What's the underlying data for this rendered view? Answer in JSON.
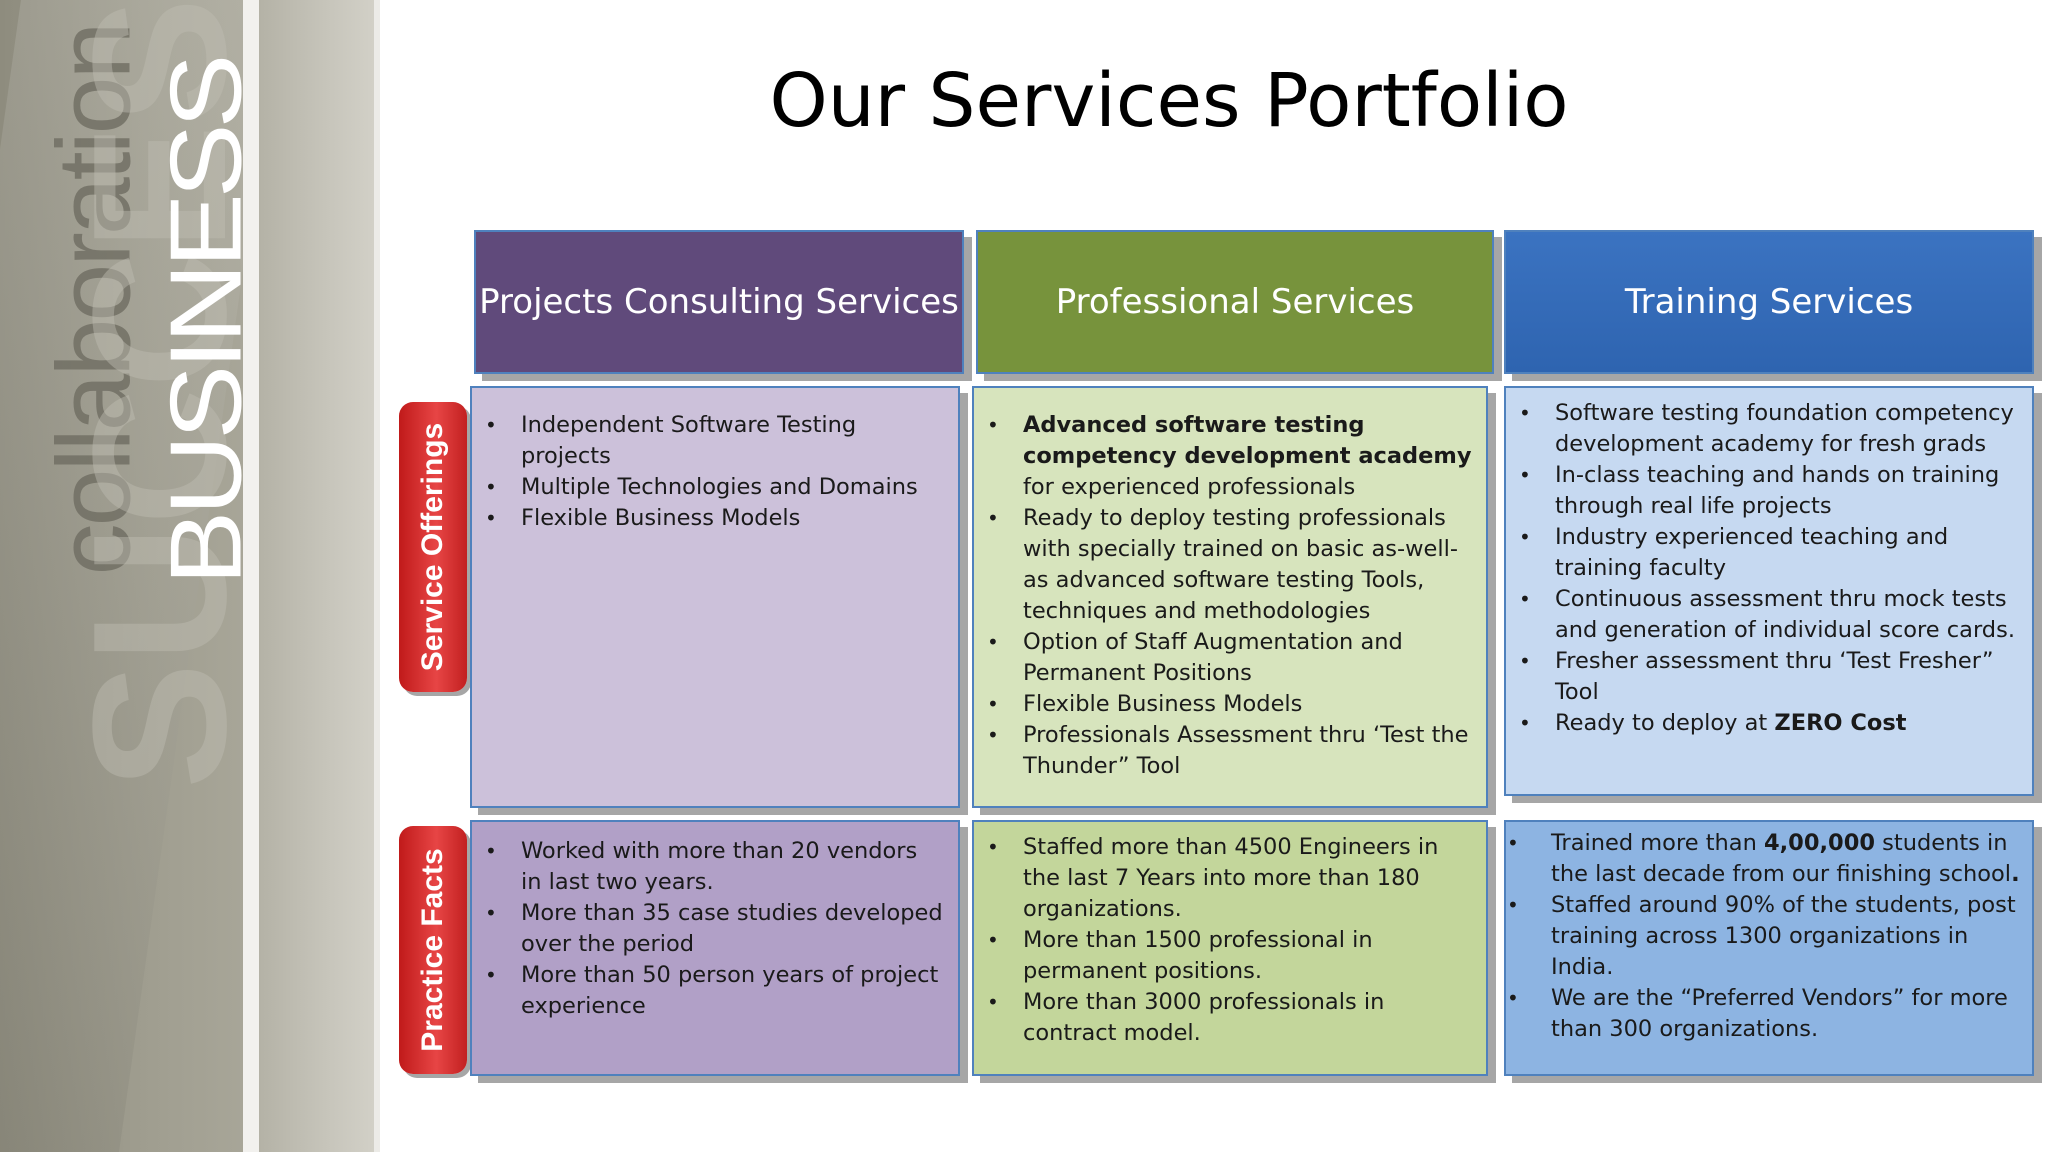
{
  "slide": {
    "title": "Our Services Portfolio",
    "decor_words": [
      "collaboration",
      "SUCCESS",
      "BUSINESS"
    ]
  },
  "columns": [
    {
      "header": "Projects Consulting Services",
      "color": "#604a7b"
    },
    {
      "header": "Professional Services",
      "color": "#77933c"
    },
    {
      "header": "Training Services",
      "color": "#2e64b0"
    }
  ],
  "rows": [
    {
      "label": "Service Offerings",
      "cells": [
        [
          {
            "text": "Independent Software Testing projects"
          },
          {
            "text": "Multiple Technologies and Domains"
          },
          {
            "text": "Flexible Business Models"
          }
        ],
        [
          {
            "bold": "Advanced software testing competency development academy",
            "text": " for experienced professionals"
          },
          {
            "text": "Ready to deploy  testing professionals with specially trained on basic as-well-as advanced software testing  Tools, techniques and methodologies"
          },
          {
            "text": "Option of Staff Augmentation and Permanent Positions"
          },
          {
            "text": "Flexible Business Models"
          },
          {
            "text": "Professionals Assessment thru ‘Test the Thunder” Tool"
          }
        ],
        [
          {
            "text": "Software testing foundation competency development academy for fresh grads"
          },
          {
            "text": "In-class teaching and hands on training through real life projects"
          },
          {
            "text": "Industry experienced teaching and training faculty"
          },
          {
            "text": "Continuous assessment thru mock tests and  generation of individual score cards."
          },
          {
            "text": "Fresher assessment thru ‘Test Fresher” Tool"
          },
          {
            "text": "Ready to deploy at ",
            "bold_end": "ZERO Cost"
          }
        ]
      ]
    },
    {
      "label": "Practice Facts",
      "cells": [
        [
          {
            "text": "Worked with more than 20 vendors in last two years."
          },
          {
            "text": "More than 35 case studies developed over the period"
          },
          {
            "text": "More than 50 person years of project experience"
          }
        ],
        [
          {
            "text": "Staffed more than 4500 Engineers in the last 7 Years into more than 180 organizations."
          },
          {
            "text": "More than 1500 professional in permanent positions."
          },
          {
            "text": "More than 3000 professionals in contract model."
          }
        ],
        [
          {
            "text": "Trained more than ",
            "bold_mid": "4,00,000",
            "text_after": " students in the last decade from our finishing school",
            "bold_tail": "."
          },
          {
            "text": "Staffed around 90% of the students, post training  across 1300 organizations in India."
          },
          {
            "text": "We are the “Preferred Vendors” for more than 300 organizations."
          }
        ]
      ]
    }
  ],
  "bullet_glyph": "•"
}
